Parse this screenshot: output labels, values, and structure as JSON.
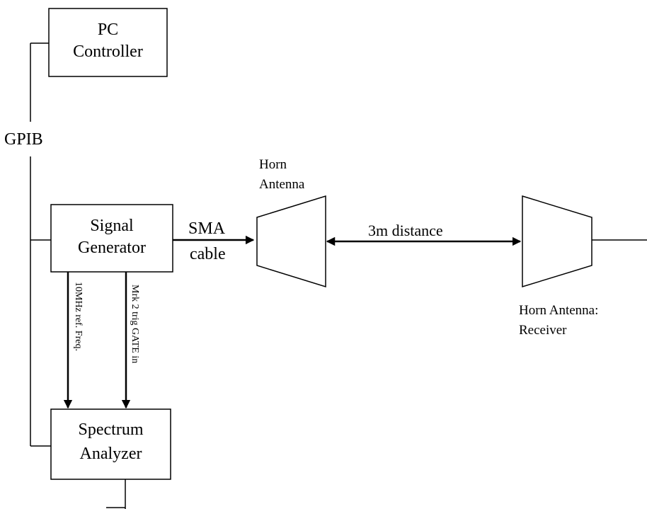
{
  "pc_controller": {
    "line1": "PC",
    "line2": "Controller"
  },
  "bus_label": "GPIB",
  "signal_generator": {
    "line1": "Signal",
    "line2": "Generator"
  },
  "spectrum_analyzer": {
    "line1": "Spectrum",
    "line2": "Analyzer"
  },
  "sma_cable": {
    "line1": "SMA",
    "line2": "cable"
  },
  "tx_antenna": {
    "line1": "Horn",
    "line2": "Antenna"
  },
  "rx_antenna": {
    "line1": "Horn Antenna:",
    "line2": "Receiver"
  },
  "distance_label": "3m distance",
  "ref_freq_label": "10MHz ref. Freq.",
  "trigger_label": "Mrk 2 trig GATE in"
}
